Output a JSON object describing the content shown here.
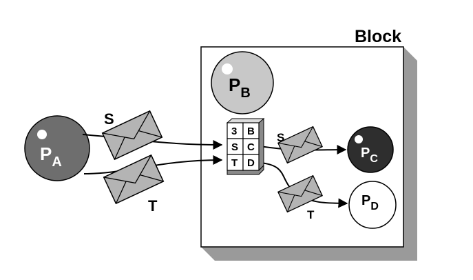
{
  "block": {
    "title": "Block"
  },
  "processes": {
    "a": {
      "main": "P",
      "sub": "A",
      "color": "#6e6e6e"
    },
    "b": {
      "main": "P",
      "sub": "B",
      "color": "#c8c8c8"
    },
    "c": {
      "main": "P",
      "sub": "C",
      "color": "#2e2e2e"
    },
    "d": {
      "main": "P",
      "sub": "D",
      "color": "#ffffff"
    }
  },
  "messages": {
    "in_s": "S",
    "in_t": "T",
    "out_s": "S",
    "out_t": "T"
  },
  "table": {
    "rows": [
      [
        "3",
        "B"
      ],
      [
        "S",
        "C"
      ],
      [
        "T",
        "D"
      ]
    ]
  },
  "colors": {
    "envelope": "#b4b4b4",
    "shadow": "#9a9a9a"
  }
}
